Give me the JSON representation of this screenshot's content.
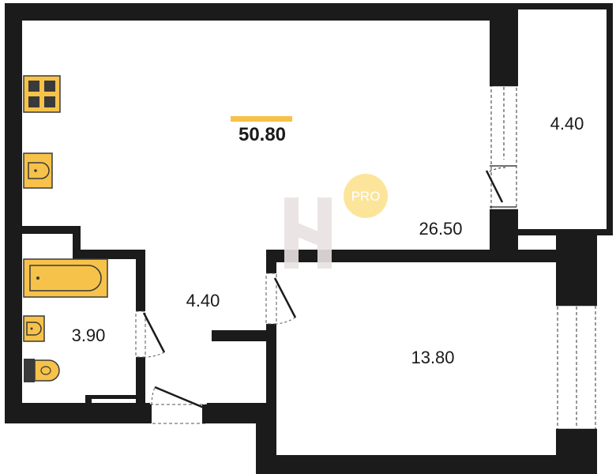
{
  "plan": {
    "total_area": "50.80",
    "rooms": [
      {
        "id": "living",
        "area": "26.50"
      },
      {
        "id": "balcony",
        "area": "4.40"
      },
      {
        "id": "hallway",
        "area": "4.40"
      },
      {
        "id": "bathroom",
        "area": "3.90"
      },
      {
        "id": "bedroom",
        "area": "13.80"
      }
    ]
  },
  "badge": {
    "text": "PRO"
  },
  "colors": {
    "wall": "#1b1b1b",
    "fixture_fill": "#f6c24a",
    "fixture_stroke": "#3a3a3a",
    "accent_bar": "#f6c24a",
    "watermark": "#e9e2e2",
    "badge_fill": "#fbe08a"
  },
  "icons": [
    "stove-icon",
    "kitchen-sink-icon",
    "bathtub-icon",
    "washbasin-icon",
    "toilet-icon",
    "logo-watermark-icon"
  ]
}
